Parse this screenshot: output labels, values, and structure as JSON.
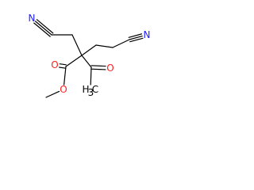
{
  "molecule": {
    "atoms": [
      {
        "id": "a1",
        "symbol": "N",
        "color": "#000000",
        "labels": [
          {
            "text": "N",
            "color": "#2020ff"
          }
        ]
      },
      {
        "id": "a2",
        "symbol": "C",
        "color": "#000000",
        "labels": []
      },
      {
        "id": "a3",
        "symbol": "C",
        "color": "#000000",
        "labels": []
      },
      {
        "id": "a4",
        "symbol": "C",
        "color": "#000000",
        "labels": []
      },
      {
        "id": "a5",
        "symbol": "C",
        "color": "#000000",
        "labels": []
      },
      {
        "id": "a6",
        "symbol": "C",
        "color": "#000000",
        "labels": []
      },
      {
        "id": "a7",
        "symbol": "C",
        "color": "#000000",
        "labels": []
      },
      {
        "id": "a8",
        "symbol": "C",
        "color": "#000000",
        "labels": []
      },
      {
        "id": "a9",
        "symbol": "N",
        "color": "#000000",
        "labels": [
          {
            "text": "N",
            "color": "#2020ff"
          }
        ]
      },
      {
        "id": "a10",
        "symbol": "C",
        "color": "#000000",
        "labels": []
      },
      {
        "id": "a11",
        "symbol": "O",
        "color": "#000000",
        "labels": [
          {
            "text": "O",
            "color": "#ff2020"
          }
        ]
      },
      {
        "id": "a12",
        "symbol": "O",
        "color": "#000000",
        "labels": [
          {
            "text": "O",
            "color": "#ff2020"
          }
        ]
      },
      {
        "id": "a13",
        "symbol": "C",
        "color": "#000000",
        "labels": []
      },
      {
        "id": "a14",
        "symbol": "C",
        "color": "#000000",
        "labels": []
      },
      {
        "id": "a15",
        "symbol": "C",
        "color": "#000000",
        "labels": [
          {
            "text": "H",
            "color": "#000000"
          },
          {
            "text": "3",
            "color": "#000000"
          },
          {
            "text": "C",
            "color": "#000000"
          }
        ]
      },
      {
        "id": "a16",
        "symbol": "O",
        "color": "#000000",
        "labels": [
          {
            "text": "O",
            "color": "#ff2020"
          }
        ]
      }
    ],
    "bonds": [
      {
        "from": "a1",
        "to": "a2",
        "order": 3
      },
      {
        "from": "a2",
        "to": "a3",
        "order": 1
      },
      {
        "from": "a3",
        "to": "a4",
        "order": 1
      },
      {
        "from": "a4",
        "to": "a5",
        "order": 1
      },
      {
        "from": "a5",
        "to": "a6",
        "order": 1
      },
      {
        "from": "a6",
        "to": "a7",
        "order": 1
      },
      {
        "from": "a7",
        "to": "a9",
        "order": 3
      },
      {
        "from": "a5",
        "to": "a10",
        "order": 1
      },
      {
        "from": "a10",
        "to": "a11",
        "order": 2
      },
      {
        "from": "a10",
        "to": "a12",
        "order": 1
      },
      {
        "from": "a12",
        "to": "a13",
        "order": 1
      },
      {
        "from": "a5",
        "to": "a14",
        "order": 1
      },
      {
        "from": "a14",
        "to": "a16",
        "order": 2
      },
      {
        "from": "a14",
        "to": "a15",
        "order": 1
      }
    ],
    "label_text": {
      "nitrile_top": "N",
      "nitrile_right": "N",
      "carbonyl_o_ester": "O",
      "ester_o": "O",
      "ketone_o": "O",
      "methyl_h": "H",
      "methyl_subscript": "3",
      "methyl_c": "C"
    }
  }
}
